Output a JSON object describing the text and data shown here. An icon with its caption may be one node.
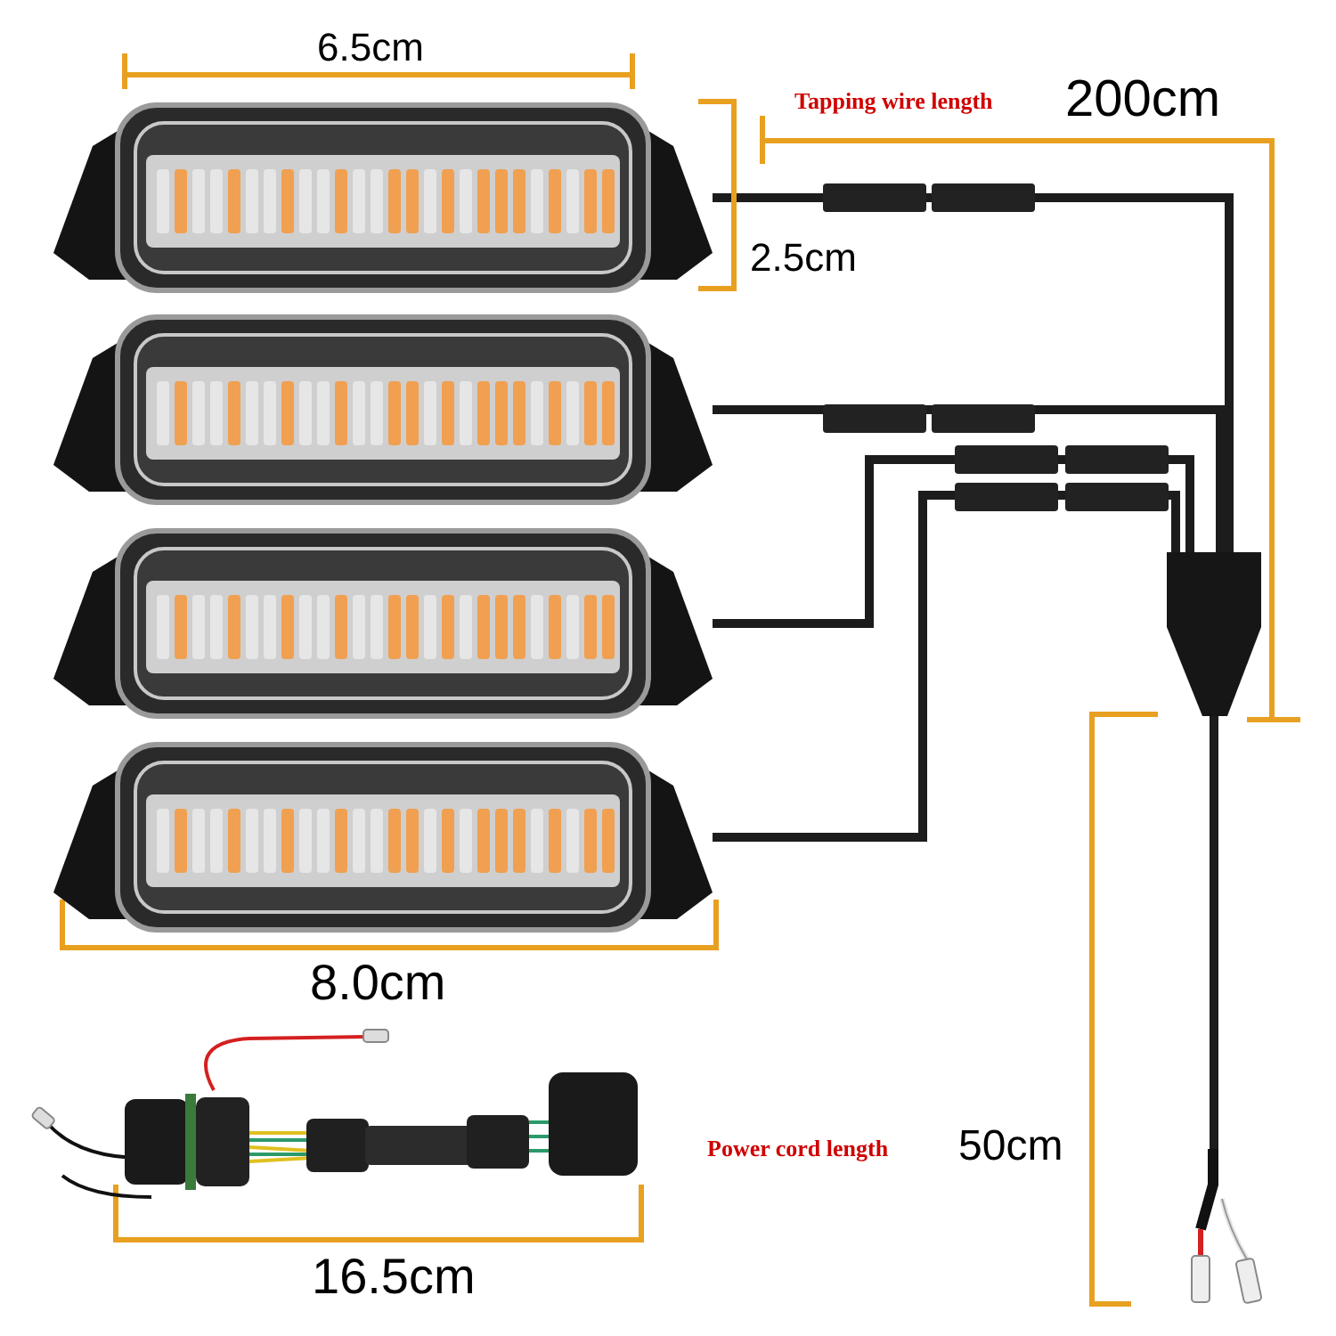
{
  "diagram": {
    "nodes": [
      {
        "text": [],
        "shape": "picture"
      },
      {
        "text": [],
        "shape": "picture"
      },
      {
        "text": [],
        "shape": "picture"
      },
      {
        "text": [],
        "shape": "picture"
      },
      {
        "text": [],
        "shape": "picture"
      },
      {
        "text": [],
        "shape": "picture"
      }
    ],
    "edges": [
      {
        "from": 0,
        "to": 4,
        "arrow": "none"
      },
      {
        "from": 1,
        "to": 4,
        "arrow": "none"
      },
      {
        "from": 2,
        "to": 4,
        "arrow": "none"
      },
      {
        "from": 3,
        "to": 4,
        "arrow": "none"
      },
      {
        "from": 4,
        "to": 5,
        "arrow": "none"
      }
    ],
    "labels": [
      "6.5cm",
      "Tapping wire length",
      "200cm",
      "2.5cm",
      "8.0cm",
      "Power cord length",
      "50cm",
      "16.5cm"
    ]
  }
}
